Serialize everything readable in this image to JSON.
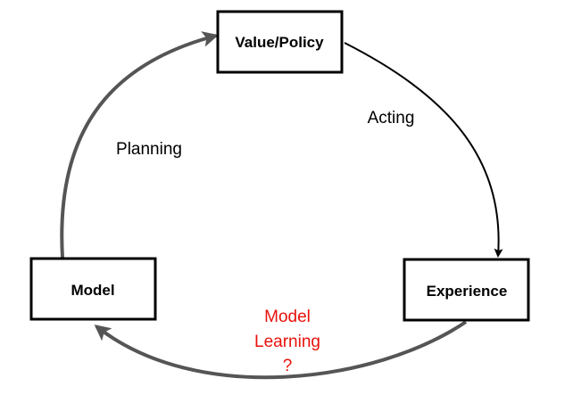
{
  "nodes": {
    "value_policy": "Value/Policy",
    "experience": "Experience",
    "model": "Model"
  },
  "edges": {
    "acting": "Acting",
    "planning": "Planning",
    "model_learning": [
      "Model",
      "Learning",
      "?"
    ]
  },
  "colors": {
    "acting_arrow": "#000000",
    "planning_arrow": "#555555",
    "model_learning_arrow": "#555555",
    "model_learning_text": "#e8120c",
    "label_text": "#000000"
  }
}
